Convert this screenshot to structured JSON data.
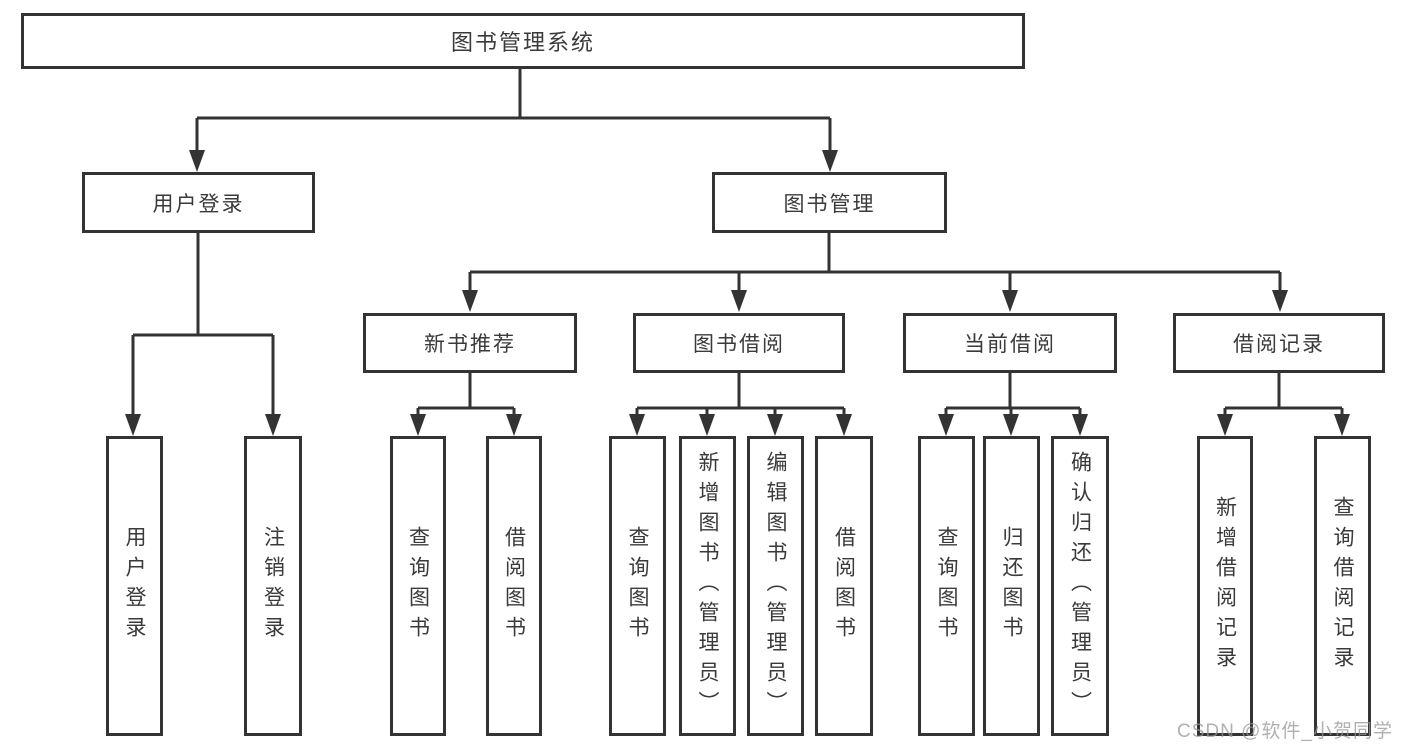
{
  "diagram_type": "hierarchy-tree",
  "tree": {
    "label": "图书管理系统",
    "children": [
      {
        "label": "用户登录",
        "children": [
          {
            "label": "用户登录"
          },
          {
            "label": "注销登录"
          }
        ]
      },
      {
        "label": "图书管理",
        "children": [
          {
            "label": "新书推荐",
            "children": [
              {
                "label": "查询图书"
              },
              {
                "label": "借阅图书"
              }
            ]
          },
          {
            "label": "图书借阅",
            "children": [
              {
                "label": "查询图书"
              },
              {
                "label": "新增图书（管理员）"
              },
              {
                "label": "编辑图书（管理员）"
              },
              {
                "label": "借阅图书"
              }
            ]
          },
          {
            "label": "当前借阅",
            "children": [
              {
                "label": "查询图书"
              },
              {
                "label": "归还图书"
              },
              {
                "label": "确认归还（管理员）"
              }
            ]
          },
          {
            "label": "借阅记录",
            "children": [
              {
                "label": "新增借阅记录"
              },
              {
                "label": "查询借阅记录"
              }
            ]
          }
        ]
      }
    ]
  },
  "watermark": {
    "text": "CSDN @软件_小贺同学"
  },
  "colors": {
    "line": "#333333",
    "box_border": "#333333",
    "text": "#3a3a3a",
    "background": "#ffffff",
    "watermark": "#969696"
  }
}
